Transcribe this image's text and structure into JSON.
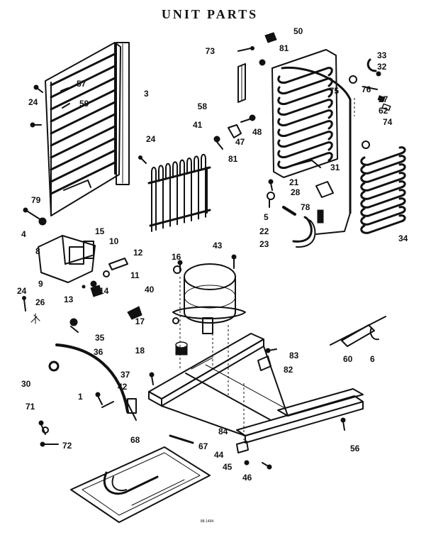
{
  "title": "UNIT PARTS",
  "drawing_code": "88-1494",
  "callouts": [
    "50",
    "73",
    "81",
    "33",
    "32",
    "76",
    "75",
    "27",
    "62",
    "74",
    "24",
    "57",
    "59",
    "3",
    "58",
    "48",
    "47",
    "41",
    "24",
    "81",
    "31",
    "21",
    "28",
    "79",
    "78",
    "5",
    "22",
    "23",
    "34",
    "4",
    "15",
    "10",
    "12",
    "8",
    "9",
    "11",
    "13",
    "14",
    "16",
    "43",
    "24",
    "26",
    "40",
    "17",
    "35",
    "36",
    "18",
    "83",
    "82",
    "60",
    "6",
    "30",
    "37",
    "42",
    "1",
    "71",
    "72",
    "84",
    "67",
    "68",
    "44",
    "45",
    "46",
    "56"
  ]
}
